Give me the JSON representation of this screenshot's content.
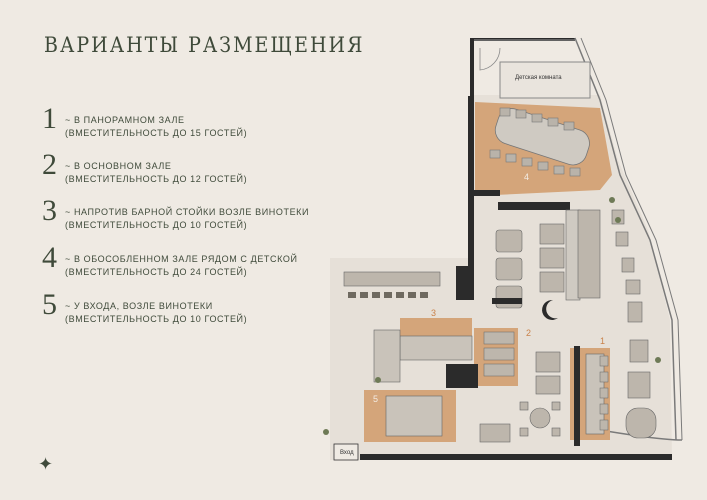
{
  "title": "ВАРИАНТЫ РАЗМЕЩЕНИЯ",
  "options": [
    {
      "num": "1",
      "line1": "~ В ПАНОРАМНОМ ЗАЛЕ",
      "line2": "(ВМЕСТИТЕЛЬНОСТЬ ДО 15 ГОСТЕЙ)"
    },
    {
      "num": "2",
      "line1": "~ В ОСНОВНОМ ЗАЛЕ",
      "line2": "(ВМЕСТИТЕЛЬНОСТЬ ДО 12 ГОСТЕЙ)"
    },
    {
      "num": "3",
      "line1": "~ НАПРОТИВ БАРНОЙ СТОЙКИ ВОЗЛЕ ВИНОТЕКИ",
      "line2": "(ВМЕСТИТЕЛЬНОСТЬ ДО 10 ГОСТЕЙ)"
    },
    {
      "num": "4",
      "line1": "~ В ОБОСОБЛЕННОМ ЗАЛЕ РЯДОМ С ДЕТСКОЙ",
      "line2": "(ВМЕСТИТЕЛЬНОСТЬ ДО 24 ГОСТЕЙ)"
    },
    {
      "num": "5",
      "line1": "~ У ВХОДА, ВОЗЛЕ ВИНОТЕКИ",
      "line2": "(ВМЕСТИТЕЛЬНОСТЬ ДО 10 ГОСТЕЙ)"
    }
  ],
  "plan": {
    "kids_room": "Детская комната",
    "entrance": "Вход",
    "zone_labels": [
      "1",
      "2",
      "3",
      "4",
      "5"
    ]
  },
  "colors": {
    "text": "#3f4a3a",
    "zone": "#d4a57a",
    "zone_label": "#c9824a",
    "wall": "#2b2b2b"
  },
  "icons": {
    "star": "four-point-star-icon",
    "moon": "crescent-icon"
  }
}
